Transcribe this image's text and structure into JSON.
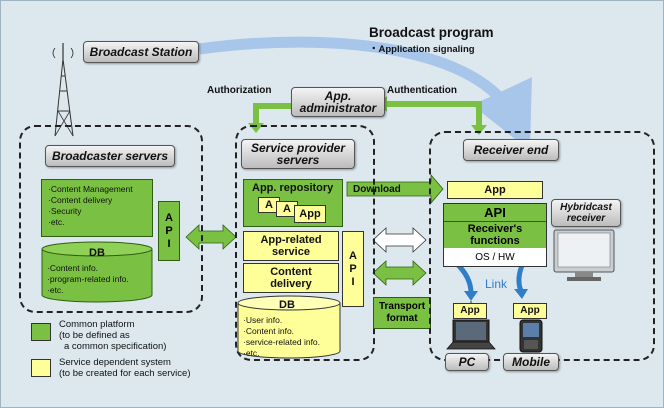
{
  "broadcast_program": {
    "title": "Broadcast program",
    "subtitle": "・Application signaling"
  },
  "broadcast_station": {
    "label": "Broadcast Station"
  },
  "authorization": {
    "label": "Authorization"
  },
  "authentication": {
    "label": "Authentication"
  },
  "app_administrator": {
    "line1": "App.",
    "line2": "administrator"
  },
  "broadcaster_servers": {
    "title": "Broadcaster servers",
    "items": [
      "Content Management",
      "Content delivery",
      "Security",
      "etc."
    ],
    "api": [
      "A",
      "P",
      "I"
    ],
    "db": {
      "title": "DB",
      "items": [
        "Content info.",
        "program-related info.",
        "etc."
      ]
    }
  },
  "service_provider": {
    "title_line1": "Service provider",
    "title_line2": "servers",
    "repository": {
      "title": "App. repository",
      "app_label": "App",
      "stack_letters": [
        "A",
        "A"
      ]
    },
    "app_related_service": {
      "line1": "App-related",
      "line2": "service"
    },
    "content_delivery": {
      "line1": "Content",
      "line2": "delivery"
    },
    "api": [
      "A",
      "P",
      "I"
    ],
    "db": {
      "title": "DB",
      "items": [
        "User info.",
        "Content info.",
        "service-related info.",
        "etc."
      ]
    }
  },
  "download": {
    "label": "Download"
  },
  "transport_format": {
    "line1": "Transport",
    "line2": "format"
  },
  "receiver": {
    "title": "Receiver end",
    "app_label": "App",
    "api_label": "API",
    "functions_line1": "Receiver's",
    "functions_line2": "functions",
    "os_label": "OS / HW",
    "hybridcast_line1": "Hybridcast",
    "hybridcast_line2": "receiver",
    "link_label": "Link",
    "pc_app": "App",
    "mobile_app": "App",
    "pc_label": "PC",
    "mobile_label": "Mobile"
  },
  "legend": {
    "common": {
      "line1": "Common platform",
      "line2": "(to be defined as",
      "line3": "a common specification)"
    },
    "service": {
      "line1": "Service dependent system",
      "line2": "(to be created for each service)"
    }
  },
  "colors": {
    "common_platform": "#7ac143",
    "service_dependent": "#ffff99",
    "broadcast_arrow": "#a8c6ea",
    "link_arrow": "#2e7ec9"
  }
}
